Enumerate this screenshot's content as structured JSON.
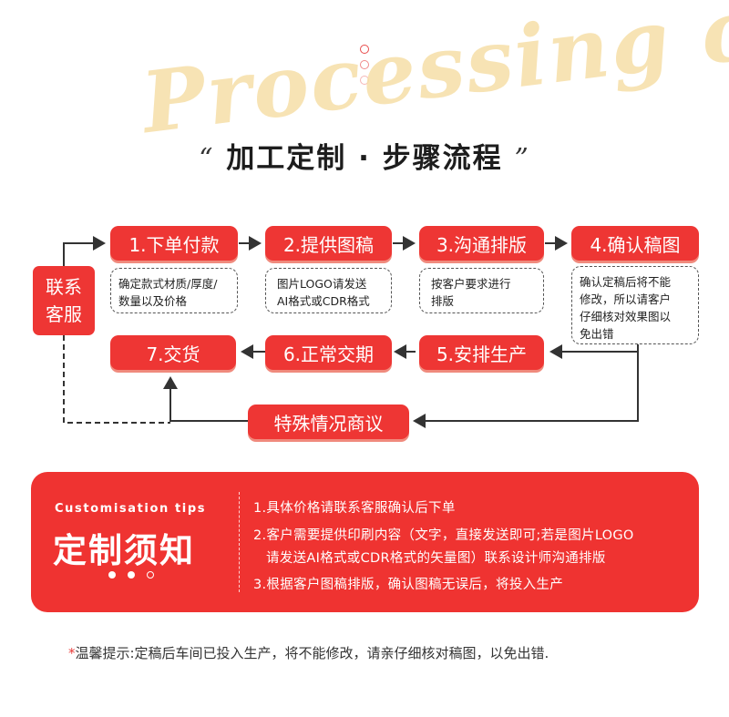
{
  "header": {
    "watermark": "Processing c",
    "quote_open": "“",
    "title": "加工定制 · 步骤流程",
    "quote_close": "”"
  },
  "contact": {
    "line1": "联系",
    "line2": "客服"
  },
  "steps": [
    {
      "label": "1.下单付款",
      "note": [
        "确定款式材质/厚度/",
        "数量以及价格"
      ]
    },
    {
      "label": "2.提供图稿",
      "note": [
        "图片LOGO请发送",
        "AI格式或CDR格式"
      ]
    },
    {
      "label": "3.沟通排版",
      "note": [
        "按客户要求进行",
        "排版"
      ]
    },
    {
      "label": "4.确认稿图",
      "note": [
        "确认定稿后将不能",
        "修改，所以请客户",
        "仔细核对效果图以",
        "免出错"
      ]
    },
    {
      "label": "5.安排生产"
    },
    {
      "label": "6.正常交期"
    },
    {
      "label": "7.交货"
    }
  ],
  "special": "特殊情况商议",
  "tips": {
    "en_title": "Customisation tips",
    "cn_title": "定制须知",
    "items": [
      "1.具体价格请联系客服确认后下单",
      "2.客户需要提供印刷内容（文字，直接发送即可;若是图片LOGO",
      "请发送AI格式或CDR格式的矢量图）联系设计师沟通排版",
      "3.根据客户图稿排版，确认图稿无误后，将投入生产"
    ]
  },
  "footnote": {
    "star": "*",
    "text": "温馨提示:定稿后车间已投入生产，将不能修改，请亲仔细核对稿图，以免出错."
  },
  "colors": {
    "accent": "#ee3634",
    "watermark": "#f6dfa8"
  }
}
